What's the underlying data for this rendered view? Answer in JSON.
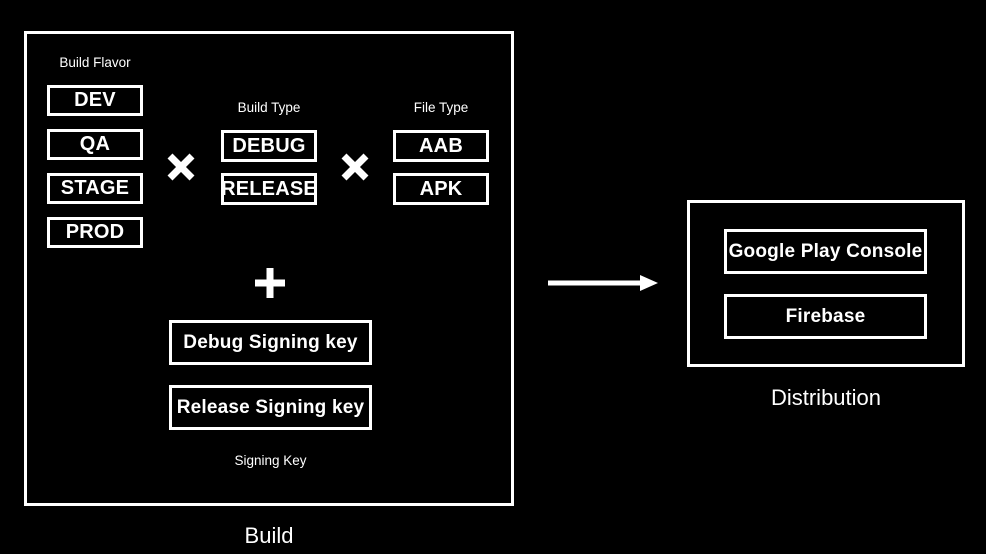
{
  "diagram": {
    "background_color": "#000000",
    "stroke_color": "#ffffff",
    "build_group": {
      "title": "Build",
      "columns": {
        "build_flavor": {
          "caption": "Build Flavor",
          "items": [
            "DEV",
            "QA",
            "STAGE",
            "PROD"
          ]
        },
        "build_type": {
          "caption": "Build Type",
          "items": [
            "DEBUG",
            "RELEASE"
          ]
        },
        "file_type": {
          "caption": "File Type",
          "items": [
            "AAB",
            "APK"
          ]
        }
      },
      "signing_key": {
        "caption": "Signing Key",
        "items": [
          "Debug Signing key",
          "Release Signing key"
        ]
      },
      "operators": {
        "multiply_1": "×",
        "multiply_2": "×",
        "plus": "+"
      }
    },
    "flow": {
      "arrow": "arrow-right-icon"
    },
    "distribution_group": {
      "title": "Distribution",
      "items": [
        "Google Play Console",
        "Firebase"
      ]
    }
  }
}
